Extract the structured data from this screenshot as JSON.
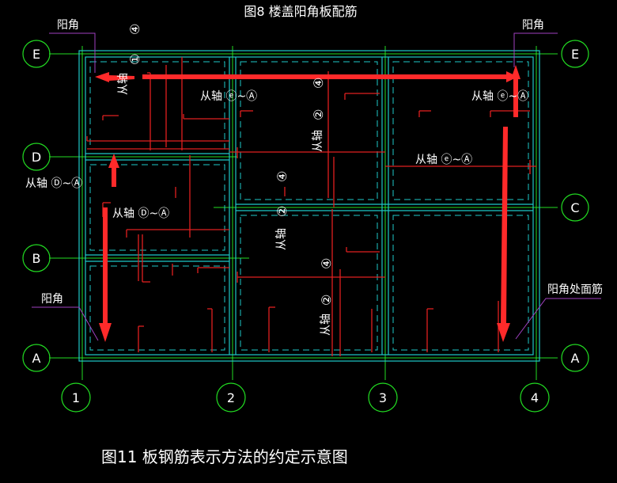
{
  "drawing": {
    "top_title": "图8 楼盖阳角板配筋",
    "caption": "图11 板钢筋表示方法的约定示意图",
    "colors": {
      "background": "#000000",
      "grid": "#1ec8c8",
      "axis": "#22dd22",
      "rebar": "#e02020",
      "dashed": "#1ec8c8",
      "text": "#ffffff",
      "leader": "#a040c0",
      "arrow": "#ff3030"
    },
    "axis_letters": [
      "E",
      "D",
      "C",
      "B",
      "A"
    ],
    "axis_numbers": [
      "1",
      "2",
      "3",
      "4"
    ],
    "labels": {
      "corner_tl": "阳角",
      "corner_tr": "阳角",
      "corner_bl": "阳角",
      "corner_br": "阳角处面筋",
      "span_1": "从轴 ⓔ~Ⓐ",
      "span_2": "从轴 ⓔ~Ⓐ",
      "span_3": "从轴 ⓔ~Ⓐ",
      "span_4": "从轴 Ⓓ~Ⓐ",
      "span_5": "从轴 Ⓓ~Ⓐ",
      "vtext_1": "从轴",
      "vtext_2": "从轴",
      "vtext_3": "从轴",
      "vtext_4": "从轴",
      "circle_1": "①",
      "circle_2": "②",
      "circle_3": "②",
      "circle_4": "②",
      "circle_5": "④",
      "circle_6": "④",
      "circle_7": "④",
      "circle_8": "④",
      "tilde": "~"
    }
  }
}
